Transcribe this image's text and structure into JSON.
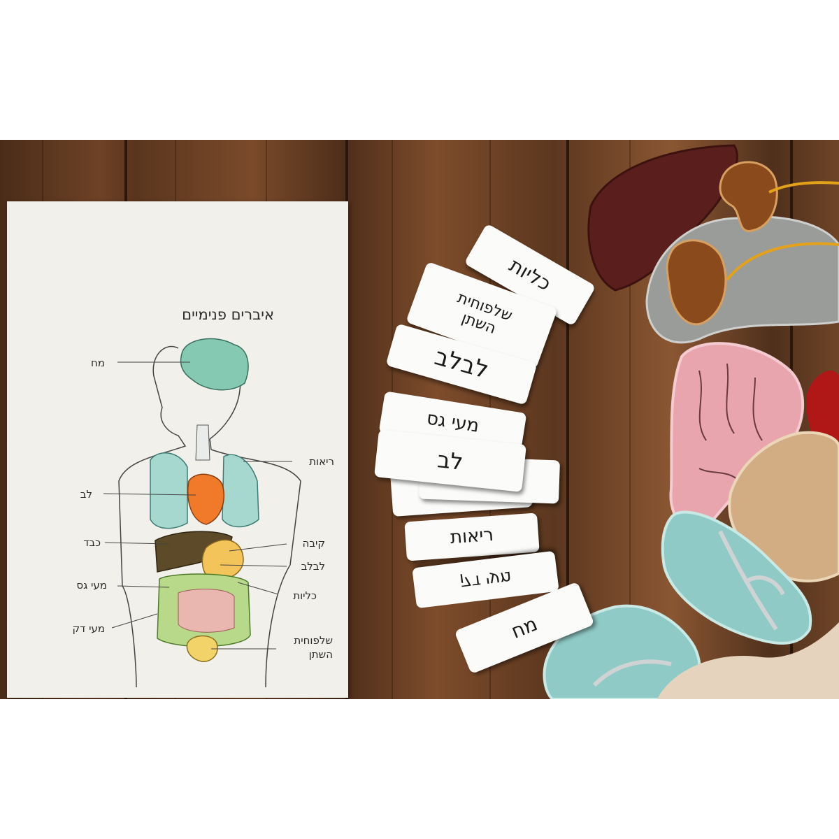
{
  "worksheet": {
    "title": "איברים פנימיים",
    "labels": {
      "brain": "מח",
      "lungs": "ריאות",
      "heart": "לב",
      "liver": "כבד",
      "stomach": "קיבה",
      "pancreas": "לבלב",
      "large_intestine": "מעי גס",
      "kidneys": "כליות",
      "small_intestine": "מעי דק",
      "bladder": "שלפוחית\nהשתן"
    }
  },
  "cards": {
    "kidneys": "כליות",
    "bladder": "שלפוחית\nהשתן",
    "pancreas": "לבלב",
    "large_intestine": "מעי גס",
    "heart": "לב",
    "lungs": "ריאות",
    "small_intestine": "מעי דק",
    "brain": "מח"
  },
  "colors": {
    "table_wood": "#6e4226",
    "paper": "#f1f0ea",
    "felt_liver": "#5a1f1c",
    "felt_kidney": "#8a4a1c",
    "felt_gray": "#9a9c9a",
    "felt_pink": "#e8a5ad",
    "felt_tan": "#d2ad84",
    "felt_teal": "#8fcac6",
    "felt_red": "#b01818",
    "felt_cream": "#e6d3bd"
  }
}
